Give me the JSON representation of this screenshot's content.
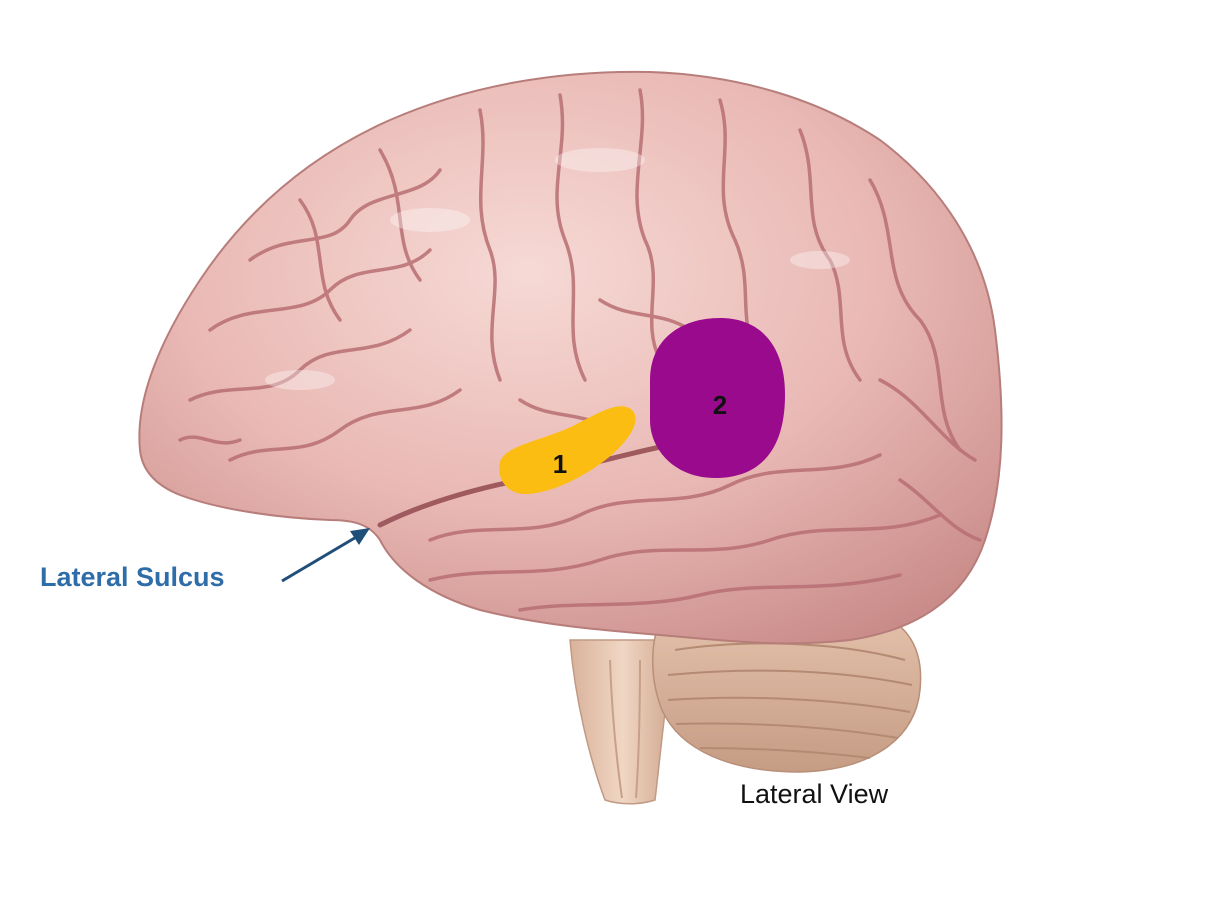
{
  "diagram": {
    "structure_icon": "brain-lateral-illustration",
    "labels": {
      "lateral_sulcus": "Lateral Sulcus",
      "view": "Lateral View"
    },
    "regions": [
      {
        "id": "region-1",
        "number": "1",
        "color": "#fbbd12"
      },
      {
        "id": "region-2",
        "number": "2",
        "color": "#990b8c"
      }
    ],
    "colors": {
      "label_accent": "#2e6da8",
      "arrow": "#1f4e79",
      "brain_base": "#e9b8b4",
      "brain_shadow": "#c98c89",
      "sulci": "#b86f73",
      "cerebellum": "#d9b49c",
      "brainstem": "#e5c3ad"
    }
  }
}
